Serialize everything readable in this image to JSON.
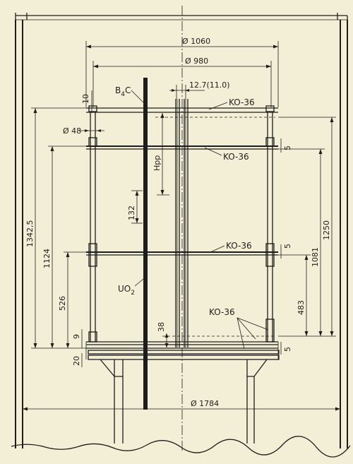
{
  "labels": {
    "b4c": "B",
    "b4c_sub": "4",
    "b4c_tail": "C",
    "uo2": "UO",
    "uo2_sub": "2",
    "ko36_1": "KO-36",
    "ko36_2": "KO-36",
    "ko36_3": "KO-36",
    "ko36_4": "KO-36",
    "hpp": "Hpp"
  },
  "dimensions": {
    "d1060": "Ø 1060",
    "d980": "Ø 980",
    "d1784": "Ø 1784",
    "d48": "Ø 48",
    "rod_dia": "12.7(11.0)",
    "h1342": "1342,5",
    "h1124": "1124",
    "h526": "526",
    "h1250": "1250",
    "h1081": "1081",
    "h483": "483",
    "h132": "132",
    "h38": "38",
    "h10": "10",
    "h9": "9",
    "h20": "20",
    "h5a": "5",
    "h5b": "5",
    "h5c": "5"
  },
  "colors": {
    "paper": "#f3efd6",
    "ink": "#1d1d1d"
  }
}
